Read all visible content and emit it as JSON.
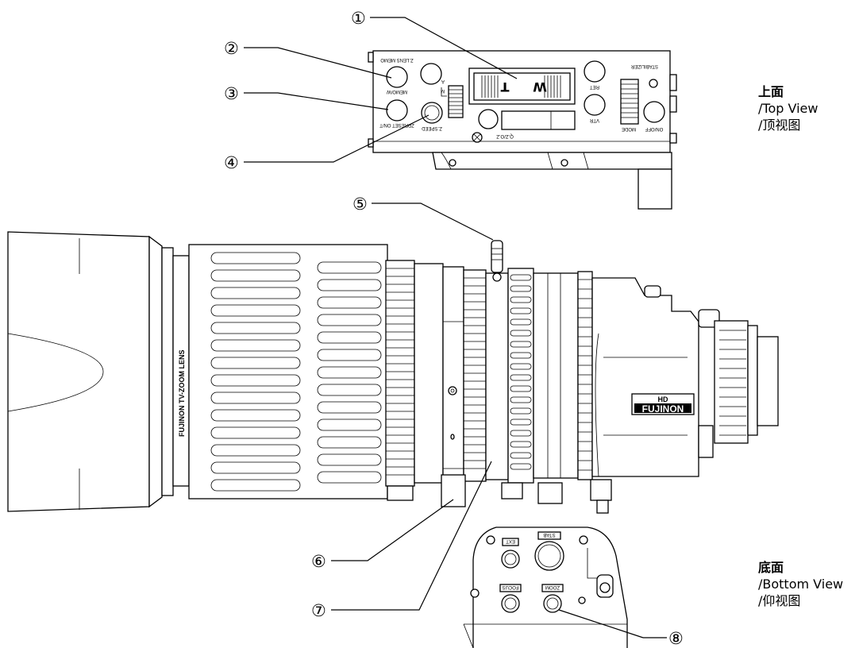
{
  "callouts": [
    "①",
    "②",
    "③",
    "④",
    "⑤",
    "⑥",
    "⑦",
    "⑧"
  ],
  "views": {
    "top": {
      "title": "上面",
      "en": "/Top View",
      "cn": "/顶视图"
    },
    "bottom": {
      "title": "底面",
      "en": "/Bottom View",
      "cn": "/仰视图"
    }
  },
  "top_unit": {
    "zlens_memo": "Z.LENS MEMO",
    "memo_w": "MEMO/W",
    "zpreset": "ZPRESET ON/T",
    "zspeed": "Z.SPEED",
    "ret": "RET",
    "vtr": "VTR",
    "stabilizer": "STABILIZER",
    "mode": "MODE",
    "onoff": "ON/OFF",
    "qz": "Q.Z/O.Z",
    "window_w": "W",
    "window_t": "T",
    "sw_m": "M",
    "sw_a": "A"
  },
  "lens": {
    "model_text": "FUJINON TV-ZOOM LENS",
    "logo_top": "HD",
    "logo": "FUJINON"
  },
  "bottom_unit": {
    "ext": "EXT",
    "stab": "STAB",
    "focus": "FOCUS",
    "zoom": "ZOOM"
  }
}
